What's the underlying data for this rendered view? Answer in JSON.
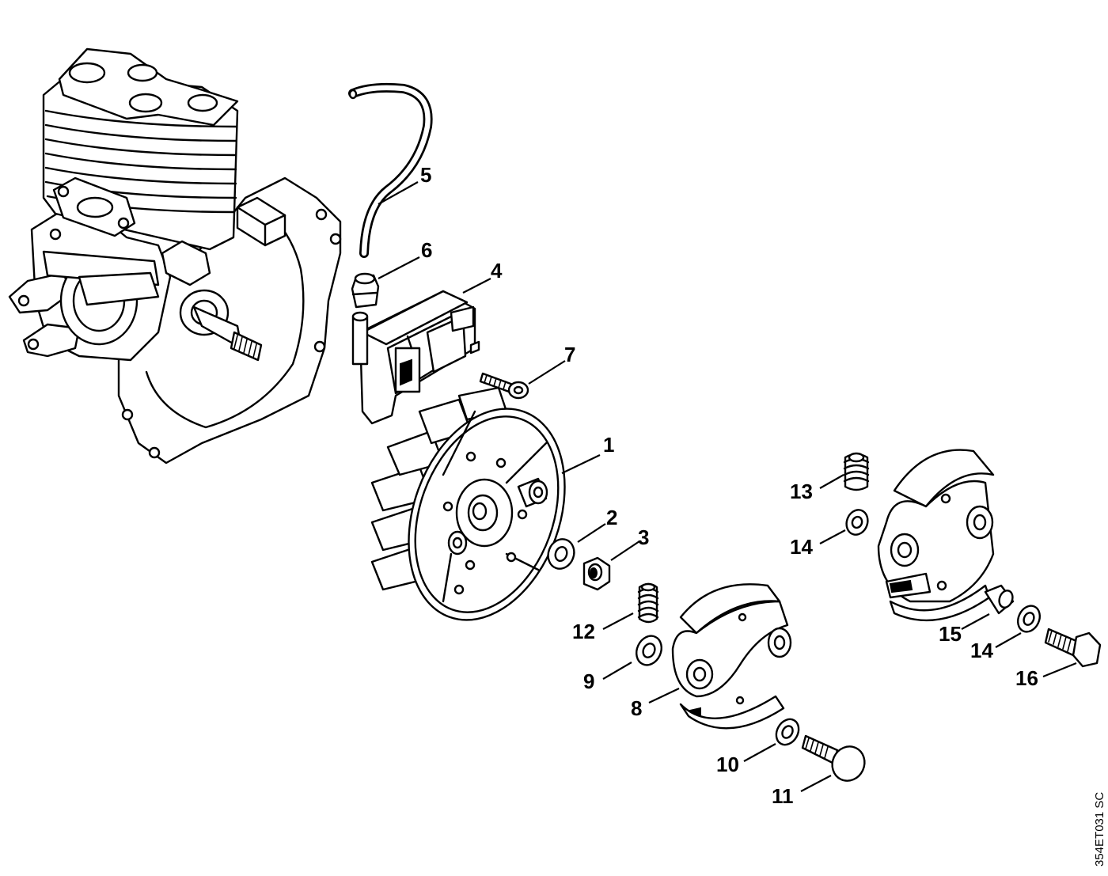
{
  "diagram": {
    "callouts": [
      {
        "id": "c1",
        "label": "1"
      },
      {
        "id": "c2",
        "label": "2"
      },
      {
        "id": "c3",
        "label": "3"
      },
      {
        "id": "c4",
        "label": "4"
      },
      {
        "id": "c5",
        "label": "5"
      },
      {
        "id": "c6",
        "label": "6"
      },
      {
        "id": "c7",
        "label": "7"
      },
      {
        "id": "c8",
        "label": "8"
      },
      {
        "id": "c9",
        "label": "9"
      },
      {
        "id": "c10",
        "label": "10"
      },
      {
        "id": "c11",
        "label": "11"
      },
      {
        "id": "c12",
        "label": "12"
      },
      {
        "id": "c13",
        "label": "13"
      },
      {
        "id": "c14a",
        "label": "14"
      },
      {
        "id": "c14b",
        "label": "14"
      },
      {
        "id": "c15",
        "label": "15"
      },
      {
        "id": "c16",
        "label": "16"
      }
    ],
    "drawing_code": "354ET031 SC"
  }
}
